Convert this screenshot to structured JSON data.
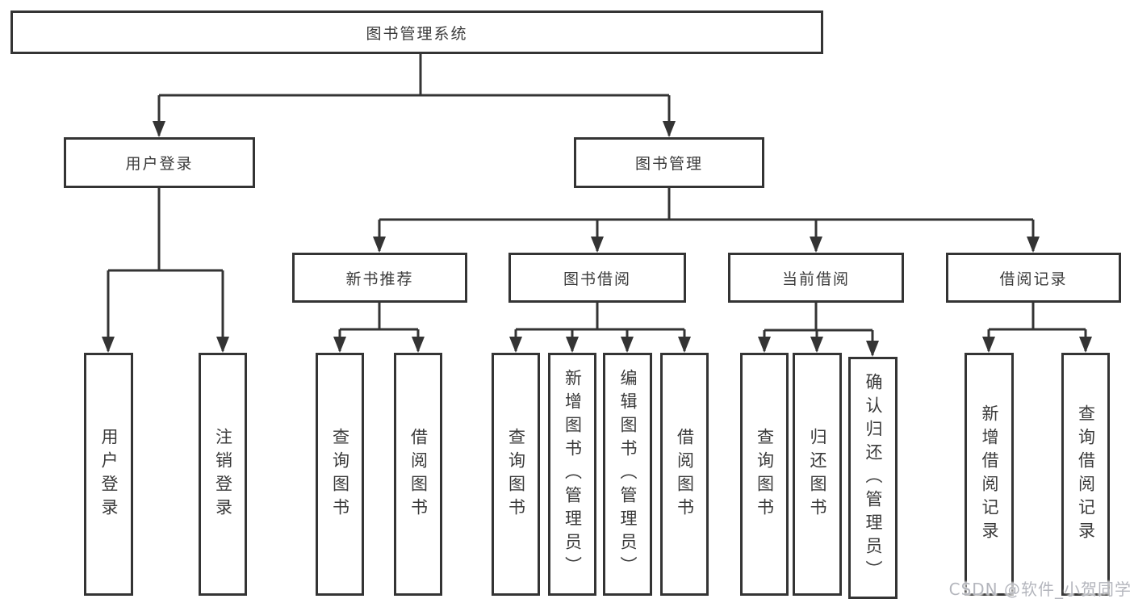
{
  "colors": {
    "line": "#343434",
    "node_border": "#343434",
    "node_text": "#3a3a3a",
    "background": "#ffffff",
    "watermark_text": "#b4b6bd"
  },
  "tree": {
    "root": {
      "label": "图书管理系统"
    },
    "branches": [
      {
        "label": "用户登录",
        "children": [
          {
            "label": "用户登录"
          },
          {
            "label": "注销登录"
          }
        ]
      },
      {
        "label": "图书管理",
        "children": [
          {
            "label": "新书推荐",
            "children": [
              {
                "label": "查询图书"
              },
              {
                "label": "借阅图书"
              }
            ]
          },
          {
            "label": "图书借阅",
            "children": [
              {
                "label": "查询图书"
              },
              {
                "label": "新增图书（管理员）"
              },
              {
                "label": "编辑图书（管理员）"
              },
              {
                "label": "借阅图书"
              }
            ]
          },
          {
            "label": "当前借阅",
            "children": [
              {
                "label": "查询图书"
              },
              {
                "label": "归还图书"
              },
              {
                "label": "确认归还（管理员）"
              }
            ]
          },
          {
            "label": "借阅记录",
            "children": [
              {
                "label": "新增借阅记录"
              },
              {
                "label": "查询借阅记录"
              }
            ]
          }
        ]
      }
    ]
  },
  "watermark": {
    "text": "CSDN @软件_小贺同学"
  }
}
